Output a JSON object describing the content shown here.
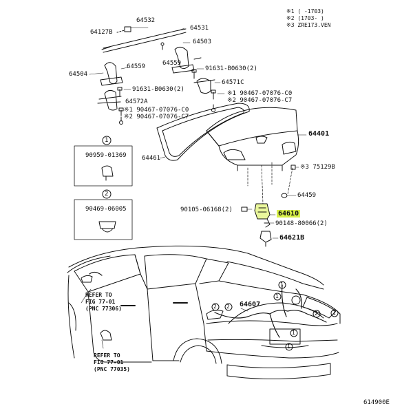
{
  "notes": [
    "※1 (   -1703)",
    "※2 (1703-     )",
    "※3 ZRE173.VEN"
  ],
  "parts": {
    "p64532": "64532",
    "p64127b": "64127B",
    "p64531": "64531",
    "p64503": "64503",
    "p64504": "64504",
    "p64559a": "64559",
    "p64559b": "64559",
    "p91631a": "91631-B0630(2)",
    "p91631b": "91631-B0630(2)",
    "p64571c": "64571C",
    "p64572a": "64572A",
    "p90467a1": "※1 90467-07076-C0",
    "p90467a2": "※2 90467-07076-C7",
    "p90467b1": "※1 90467-07076-C0",
    "p90467b2": "※2 90467-07076-C7",
    "p64401": "64401",
    "p64461": "64461",
    "p75129b": "※3 75129B",
    "p64459": "64459",
    "p64610": "64610",
    "p90105": "90105-06168(2)",
    "p90148": "90148-80066(2)",
    "p64621b": "64621B",
    "p64607": "64607",
    "box1_num": "1",
    "box1_part": "90959-01369",
    "box2_num": "2",
    "box2_part": "90469-06005"
  },
  "refs": [
    [
      "REFER TO",
      "FIG 77-01",
      "(PNC 77306)"
    ],
    [
      "REFER TO",
      "FIG 77-01",
      "(PNC 77035)"
    ]
  ],
  "callouts": [
    "1",
    "1",
    "1",
    "1",
    "2",
    "2",
    "2"
  ],
  "figure_id": "614900E",
  "highlight_color": "#d8f04a"
}
